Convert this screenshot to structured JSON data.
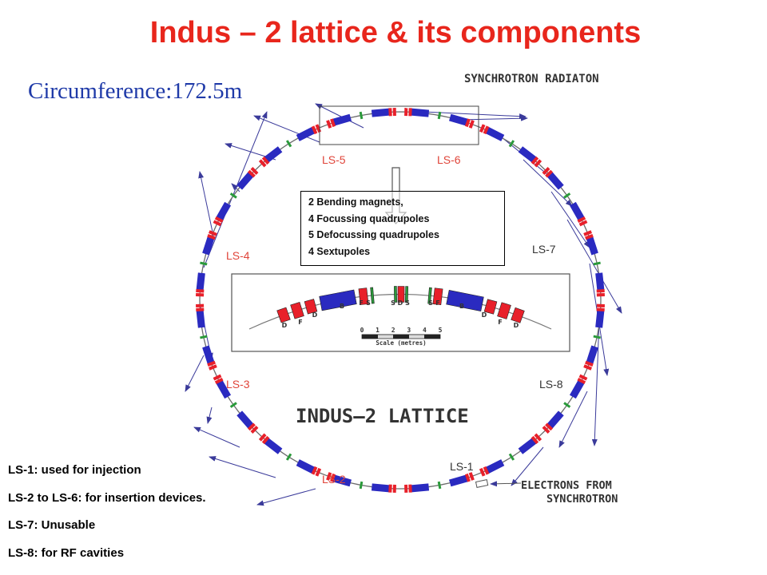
{
  "title": "Indus – 2 lattice & its components",
  "circumference": "Circumference:172.5m",
  "synchrotron_radiation_label": "SYNCHROTRON  RADIATON",
  "lattice_title": "INDUS–2  LATTICE",
  "electrons_label_1": "ELECTRONS  FROM",
  "electrons_label_2": "SYNCHROTRON",
  "straight_sections": {
    "ls1": "LS-1",
    "ls2": "LS-2",
    "ls3": "LS-3",
    "ls4": "LS-4",
    "ls5": "LS-5",
    "ls6": "LS-6",
    "ls7": "LS-7",
    "ls8": "LS-8"
  },
  "components_box": [
    "2 Bending magnets,",
    "4 Focussing quadrupoles",
    "5 Defocussing quadrupoles",
    "4 Sextupoles"
  ],
  "unit_cell": {
    "labels": [
      "D",
      "F",
      "D",
      "B",
      "F",
      "S",
      "S",
      "D",
      "S",
      "S",
      "F",
      "B",
      "D",
      "F",
      "D"
    ],
    "scale_ticks": [
      "0",
      "1",
      "2",
      "3",
      "4",
      "5"
    ],
    "scale_caption": "Scale (metres)"
  },
  "notes": [
    "LS-1: used for  injection",
    "LS-2 to LS-6: for insertion devices.",
    "LS-7: Unusable",
    "LS-8: for RF cavities"
  ],
  "colors": {
    "title": "#e8261c",
    "circumference": "#1f3aa8",
    "ls_label": "#e0453a",
    "ls_label_dark": "#333333",
    "dipole": "#2a2ac0",
    "quadrupole": "#e8202a",
    "sextupole": "#2a9a3a",
    "arrow": "#3a3a9a"
  }
}
